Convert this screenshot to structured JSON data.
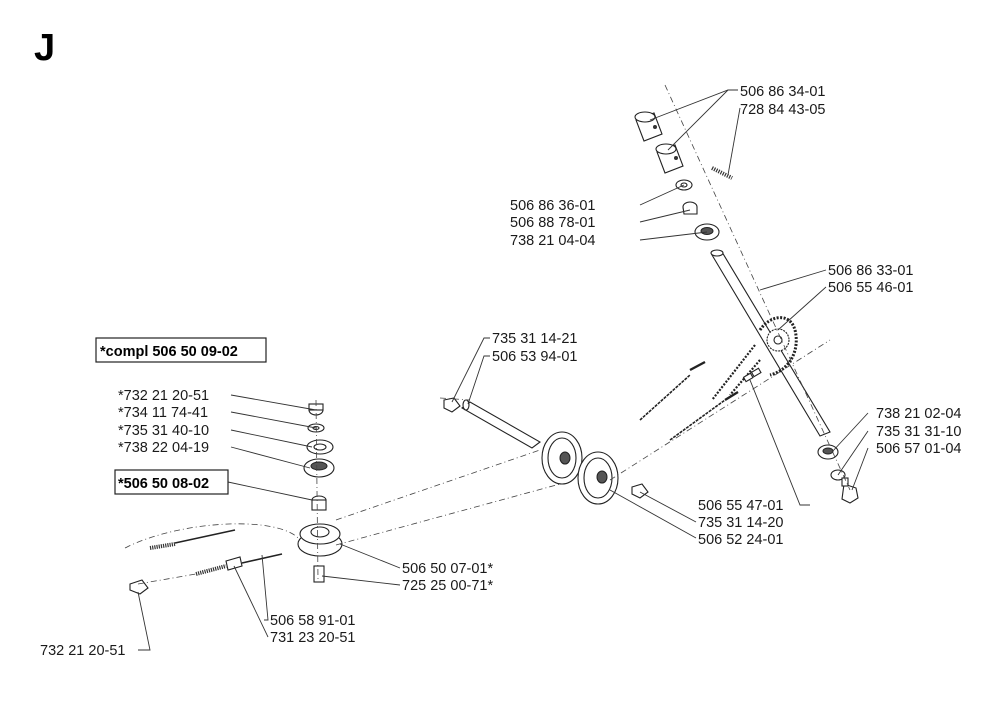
{
  "section_letter": "J",
  "boxed_labels": {
    "compl_kit": "*compl 506 50 09-02",
    "kit_506_50_08_02": "*506 50 08-02"
  },
  "labels": {
    "p506_86_34_01": "506 86 34-01",
    "p728_84_43_05": "728 84 43-05",
    "p506_86_36_01": "506 86 36-01",
    "p506_88_78_01": "506 88 78-01",
    "p738_21_04_04": "738 21 04-04",
    "p506_86_33_01": "506 86 33-01",
    "p506_55_46_01": "506 55 46-01",
    "p735_31_14_21": "735 31 14-21",
    "p506_53_94_01": "506 53 94-01",
    "p732_21_20_51s": "*732 21 20-51",
    "p734_11_74_41s": "*734 11 74-41",
    "p735_31_40_10s": "*735 31 40-10",
    "p738_22_04_19s": "*738 22 04-19",
    "p738_21_02_04": "738 21 02-04",
    "p735_31_31_10": "735 31 31-10",
    "p506_57_01_04": "506 57 01-04",
    "p506_55_47_01": "506 55 47-01",
    "p735_31_14_20": "735 31 14-20",
    "p506_52_24_01": "506 52 24-01",
    "p506_50_07_01s": "506 50 07-01*",
    "p725_25_00_71s": "725 25 00-71*",
    "p506_58_91_01": "506 58 91-01",
    "p731_23_20_51": "731 23 20-51",
    "p732_21_20_51": "732 21 20-51"
  },
  "icons": {
    "spur_gear": "spur-gear-icon",
    "wheel": "wheel-icon",
    "pulley": "pulley-icon",
    "chain": "chain-icon",
    "cable": "cable-icon"
  }
}
